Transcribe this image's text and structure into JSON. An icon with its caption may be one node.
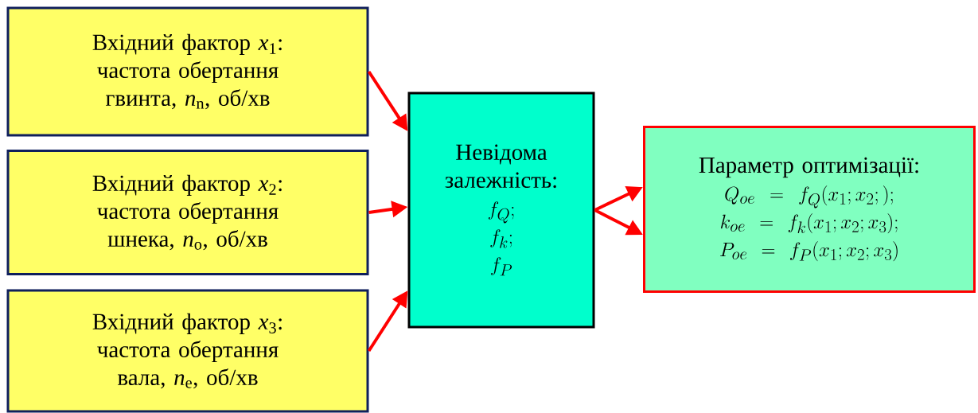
{
  "diagram": {
    "nodes": [
      {
        "text": [
          "Вхідний фактор *x*$_{1}$:",
          "частота обертання гвинта, *n*$_{n}$, об/хв"
        ]
      },
      {
        "text": [
          "Вхідний фактор *x*$_{2}$:",
          "частота обертання шнека, *n*$_{o}$, об/хв"
        ]
      },
      {
        "text": [
          "Вхідний фактор *x*$_{3}$:",
          "частота обертання вала, *n*$_{e}$, об/хв"
        ]
      },
      {
        "text": [
          "Невідома залежність:",
          "f_{Q};",
          "f_{k};",
          "f_{P}"
        ]
      },
      {
        "text": [
          "Параметр оптимізації:",
          "Q_{oe} = f_{Q}(x_{1};x_{2};);",
          "k_{oe} = f_{k}(x_{1};x_{2};x_{3});",
          "P_{oe} =f_{P}(x_{1};x_{2};x_{3})"
        ]
      }
    ],
    "edges": [
      {
        "from": 0,
        "to": 3,
        "arrow": "to"
      },
      {
        "from": 1,
        "to": 3,
        "arrow": "to"
      },
      {
        "from": 2,
        "to": 3,
        "arrow": "to"
      },
      {
        "from": 3,
        "to": 4,
        "arrow": "to"
      },
      {
        "from": 3,
        "to": 4,
        "arrow": "to"
      }
    ]
  }
}
